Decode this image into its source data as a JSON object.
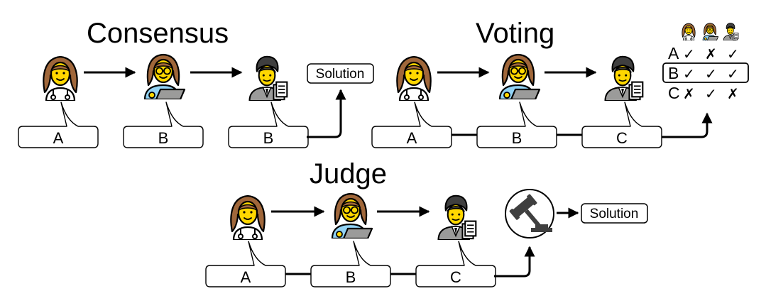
{
  "consensus": {
    "title": "Consensus",
    "bubbles": [
      "A",
      "B",
      "B"
    ],
    "solution": "Solution"
  },
  "voting": {
    "title": "Voting",
    "bubbles": [
      "A",
      "B",
      "C"
    ],
    "ballot": [
      {
        "label": "A",
        "marks": [
          "✓",
          "✗",
          "✓"
        ]
      },
      {
        "label": "B",
        "marks": [
          "✓",
          "✓",
          "✓"
        ]
      },
      {
        "label": "C",
        "marks": [
          "✗",
          "✓",
          "✗"
        ]
      }
    ]
  },
  "judge": {
    "title": "Judge",
    "bubbles": [
      "A",
      "B",
      "C"
    ],
    "solution": "Solution"
  },
  "icons": {
    "agent_1": "woman-health-worker-icon",
    "agent_2": "woman-technologist-icon",
    "agent_3": "man-office-worker-icon",
    "judge": "gavel-icon"
  },
  "colors": {
    "skin": "#FFD700",
    "hair_brown": "#A0673A",
    "hair_dark": "#3F3F3F",
    "coat_blue": "#92D3F5",
    "outline": "#000000"
  }
}
